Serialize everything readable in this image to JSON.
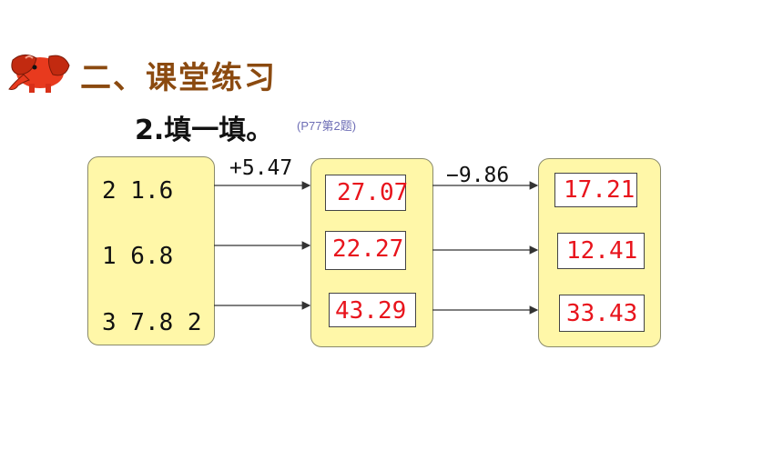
{
  "header": {
    "logo_icon": "elephant-icon",
    "section_title": "二、课堂练习",
    "problem_title": "2.填一填。",
    "problem_ref": "(P77第2题)"
  },
  "operations": {
    "add": "+5.47",
    "subtract": "−9.86"
  },
  "inputs": [
    "2 1.6",
    "1 6.8",
    "3 7.8 2"
  ],
  "after_add": [
    "27.07",
    "22.27",
    "43.29"
  ],
  "after_subtract": [
    "17.21",
    "12.41",
    "33.43"
  ],
  "colors": {
    "panel": "#fff7a8",
    "answer": "#e8141c",
    "title": "#8b4a10"
  }
}
